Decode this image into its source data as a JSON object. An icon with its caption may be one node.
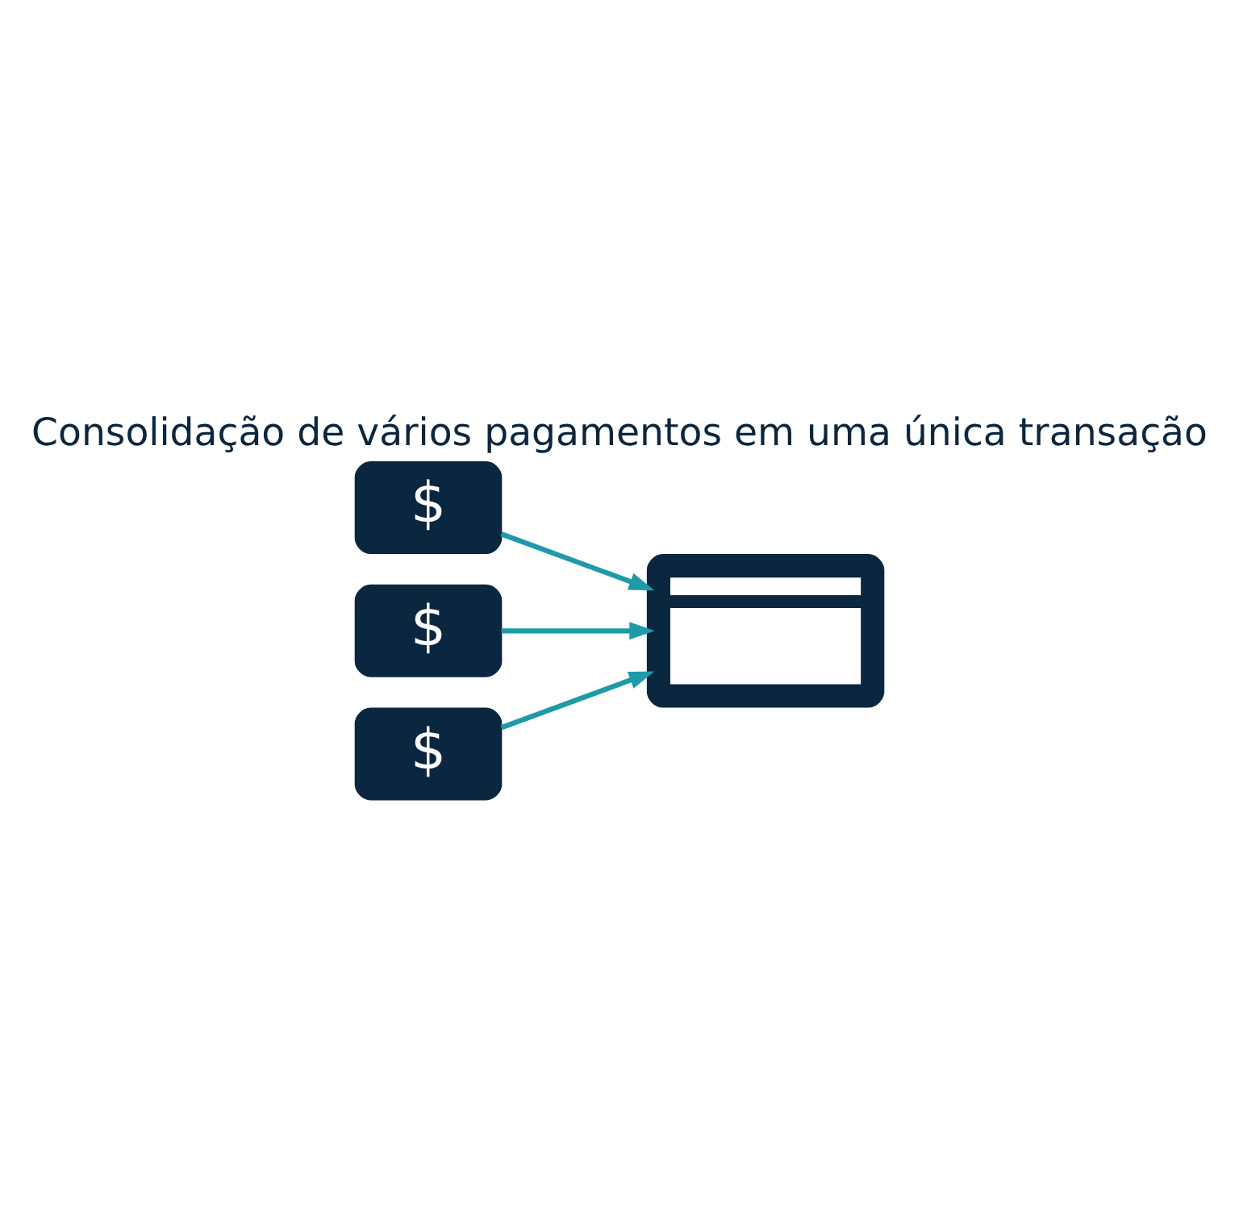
{
  "diagram": {
    "title": "Consolidação de vários pagamentos em uma única transação",
    "nodes": [
      {
        "text": [
          "$"
        ]
      },
      {
        "text": [
          "$"
        ]
      },
      {
        "text": [
          "$"
        ]
      },
      {
        "text": [],
        "shape": "box"
      }
    ],
    "edges": [
      {
        "from": 0,
        "to": 3,
        "arrow": "to"
      },
      {
        "from": 1,
        "to": 3,
        "arrow": "to"
      },
      {
        "from": 2,
        "to": 3,
        "arrow": "to"
      }
    ]
  }
}
